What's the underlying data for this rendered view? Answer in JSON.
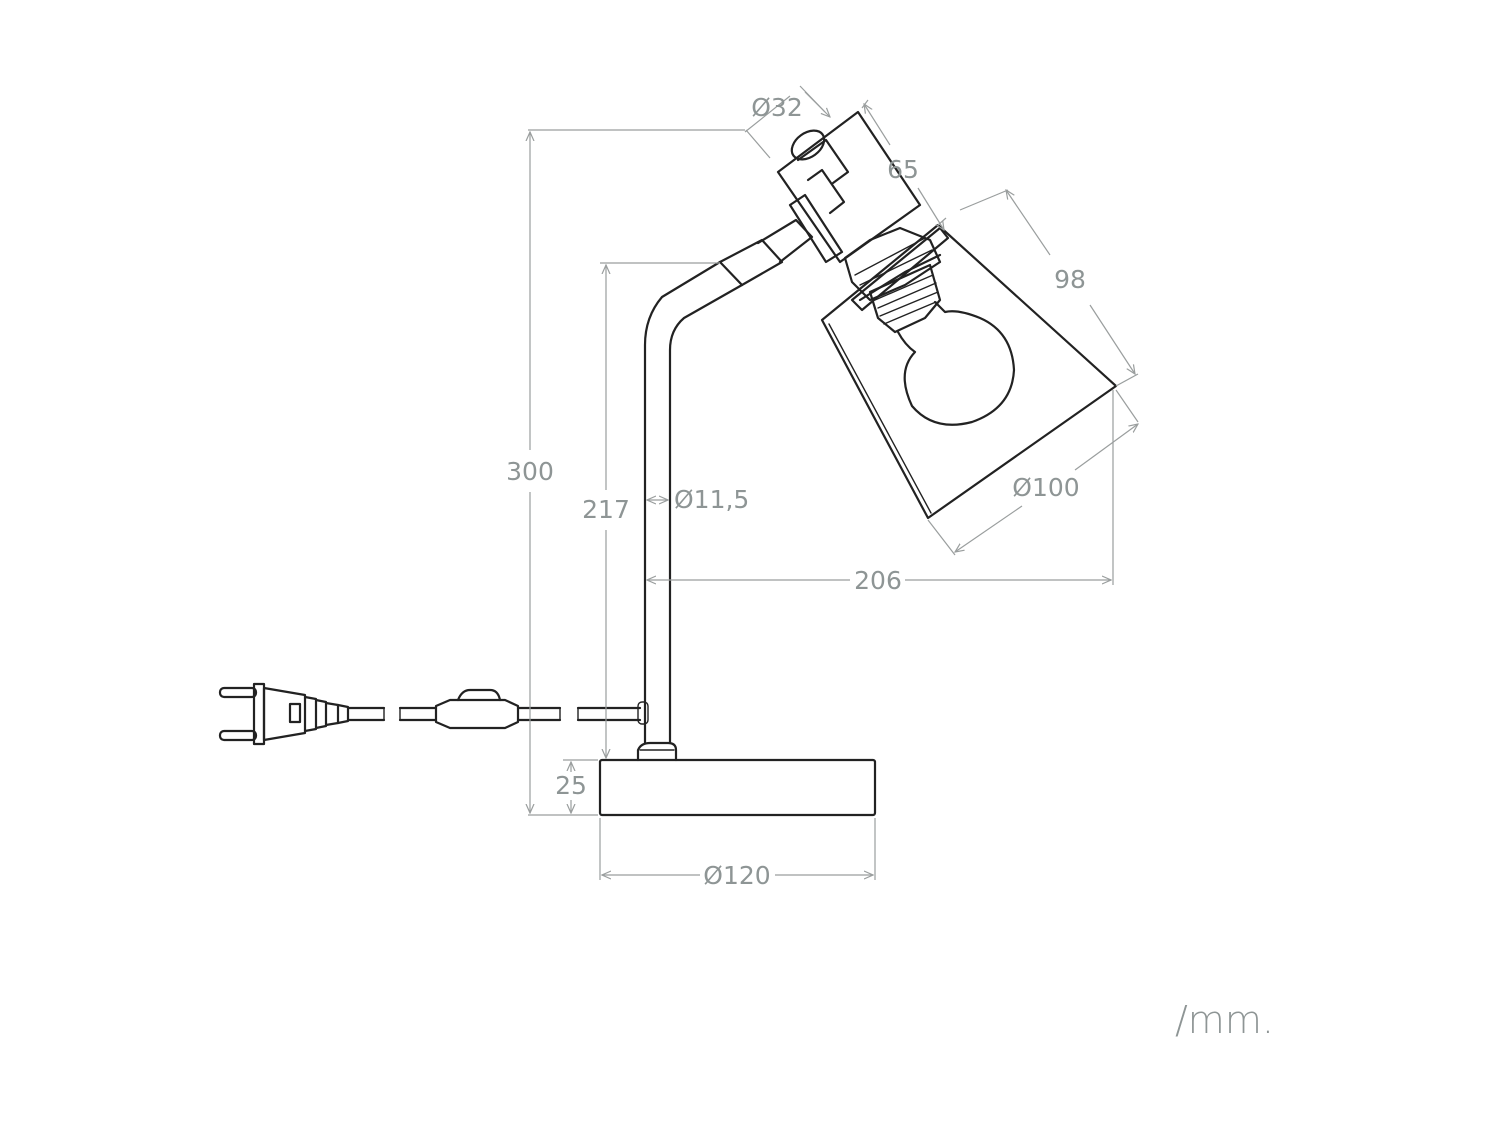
{
  "dimensions": {
    "total_height": "300",
    "arm_height": "217",
    "base_height": "25",
    "base_diameter": "Ø120",
    "tube_diameter": "Ø11,5",
    "reach": "206",
    "socket_diameter": "Ø32",
    "socket_length": "65",
    "shade_height": "98",
    "shade_diameter": "Ø100"
  },
  "unit_label": "/mm.",
  "colors": {
    "outline": "#222222",
    "dimension": "#9a9e9e",
    "text": "#8e9595",
    "background": "#ffffff"
  }
}
